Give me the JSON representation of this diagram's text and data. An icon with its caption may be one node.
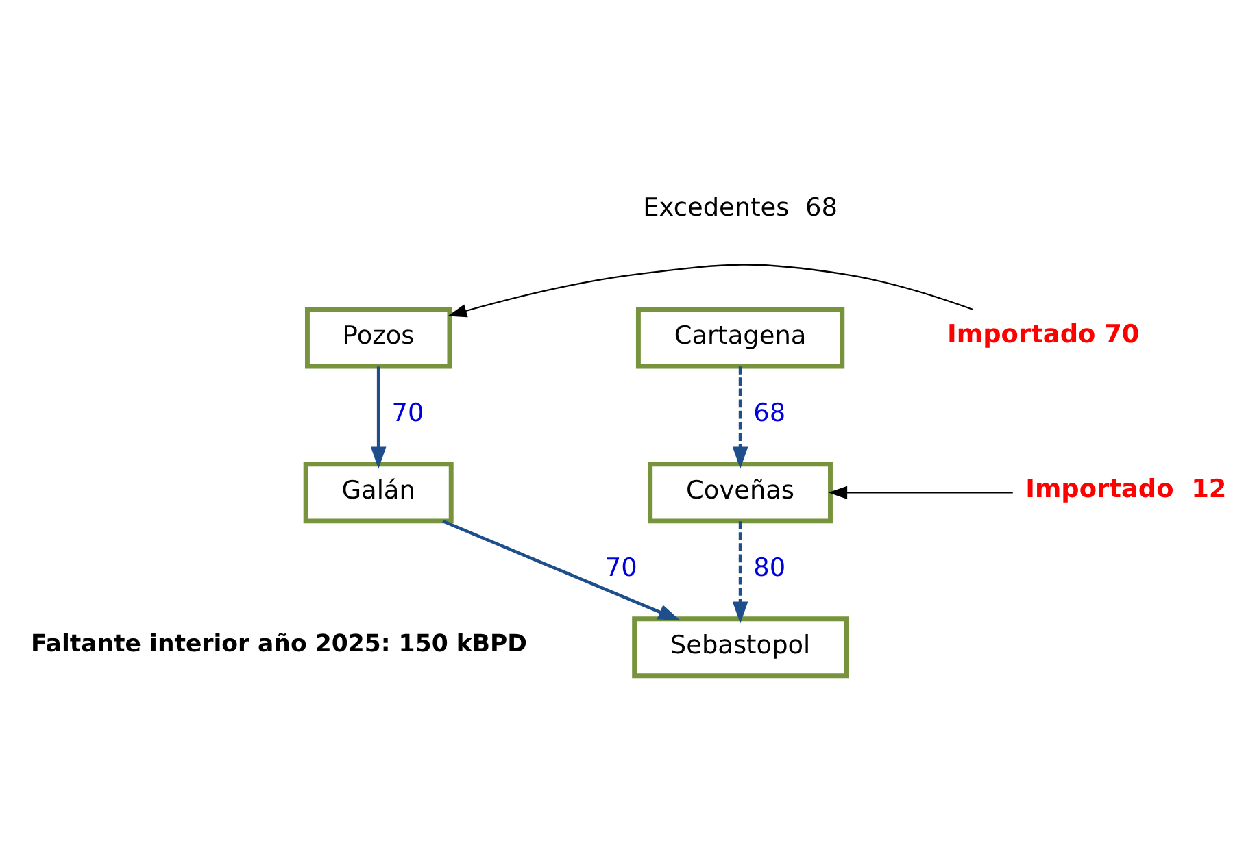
{
  "diagram": {
    "nodes": [
      {
        "text": [
          "Pozos"
        ]
      },
      {
        "text": [
          "Cartagena"
        ],
        "beside": [
          "Excedentes  68"
        ]
      },
      {
        "text": [
          "Coveñas"
        ]
      },
      {
        "text": [
          "Galán"
        ]
      },
      {
        "text": [
          "Sebastopol"
        ]
      },
      {
        "text": [
          "Importado 70"
        ]
      },
      {
        "text": [
          "Importado  12"
        ]
      }
    ],
    "edges": [
      {
        "from": 5,
        "to": 0,
        "arrow": "to",
        "color": "#000000"
      },
      {
        "from": 1,
        "to": 2,
        "arrow": "to",
        "label": "68",
        "style": "dashed"
      },
      {
        "from": 0,
        "to": 3,
        "arrow": "to",
        "label": "70"
      },
      {
        "from": 6,
        "to": 2,
        "arrow": "to",
        "color": "#000000"
      },
      {
        "from": 2,
        "to": 4,
        "arrow": "to",
        "label": "80",
        "style": "dashed"
      },
      {
        "from": 3,
        "to": 4,
        "arrow": "to",
        "label": "70"
      }
    ],
    "labels": [
      "Faltante interior año 2025: 150 kBPD"
    ]
  }
}
